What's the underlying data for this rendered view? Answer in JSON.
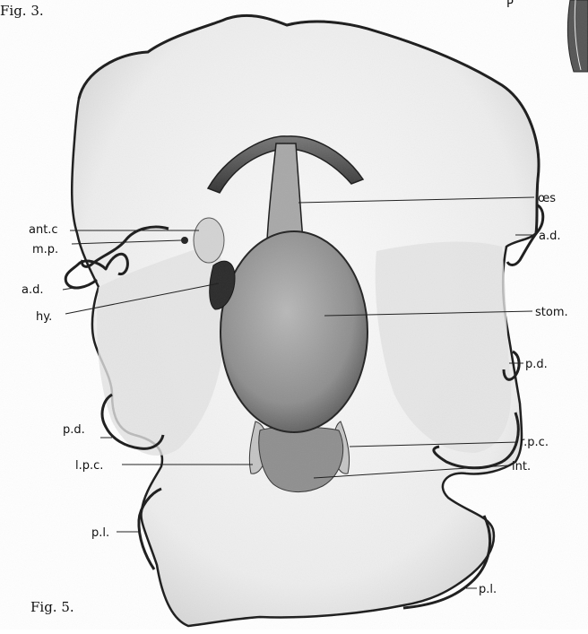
{
  "figure_top_caption": "Fig. 3.",
  "figure_bottom_caption": "Fig. 5.",
  "corner_fragment_label": "P",
  "labels": {
    "oes": "œs",
    "ant_c": "ant.c",
    "m_p": "m.p.",
    "a_d_right": "a.d.",
    "a_d_left": "a.d.",
    "stom": "stom.",
    "hy": "hy.",
    "p_d_right": "p.d.",
    "p_d_left": "p.d.",
    "r_p_c": "r.p.c.",
    "l_p_c": "l.p.c.",
    "int": "int.",
    "p_l_left": "p.l.",
    "p_l_right": "p.l."
  },
  "colors": {
    "ink": "#1a1a1a",
    "body_fill": "#eeeeee",
    "stomach_fill": "#9a9a9a",
    "paper": "#ffffff"
  }
}
